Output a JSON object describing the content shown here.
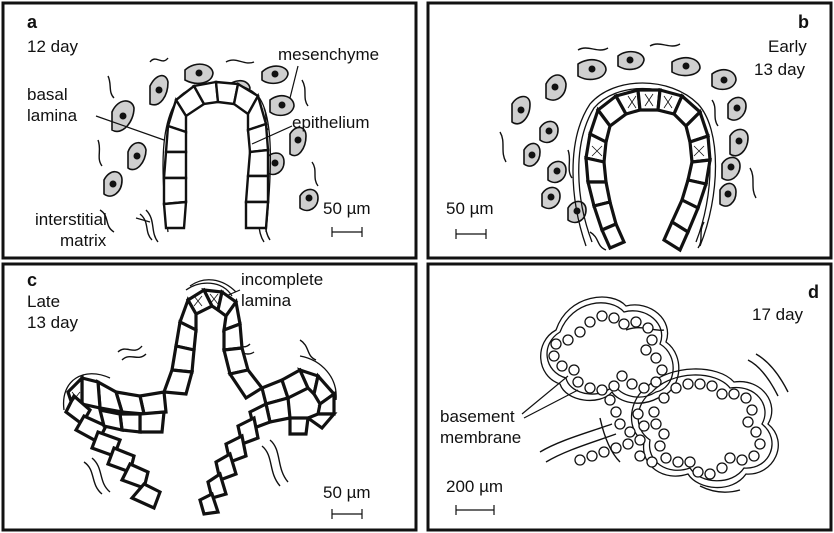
{
  "panels": {
    "a": {
      "tag": "a",
      "stage": [
        "12 day"
      ],
      "labels": {
        "mesenchyme": "mesenchyme",
        "basal": "basal",
        "lamina": "lamina",
        "epithelium": "epithelium",
        "interstitial": "interstitial",
        "matrix": "matrix"
      },
      "scale": "50 µm"
    },
    "b": {
      "tag": "b",
      "stage": [
        "Early",
        "13 day"
      ],
      "scale": "50 µm"
    },
    "c": {
      "tag": "c",
      "stage": [
        "Late",
        "13 day"
      ],
      "labels": {
        "incomplete": "incomplete",
        "lamina": "lamina"
      },
      "scale": "50 µm"
    },
    "d": {
      "tag": "d",
      "stage": [
        "17 day"
      ],
      "labels": {
        "basement": "basement",
        "membrane": "membrane"
      },
      "scale": "200 µm"
    }
  }
}
